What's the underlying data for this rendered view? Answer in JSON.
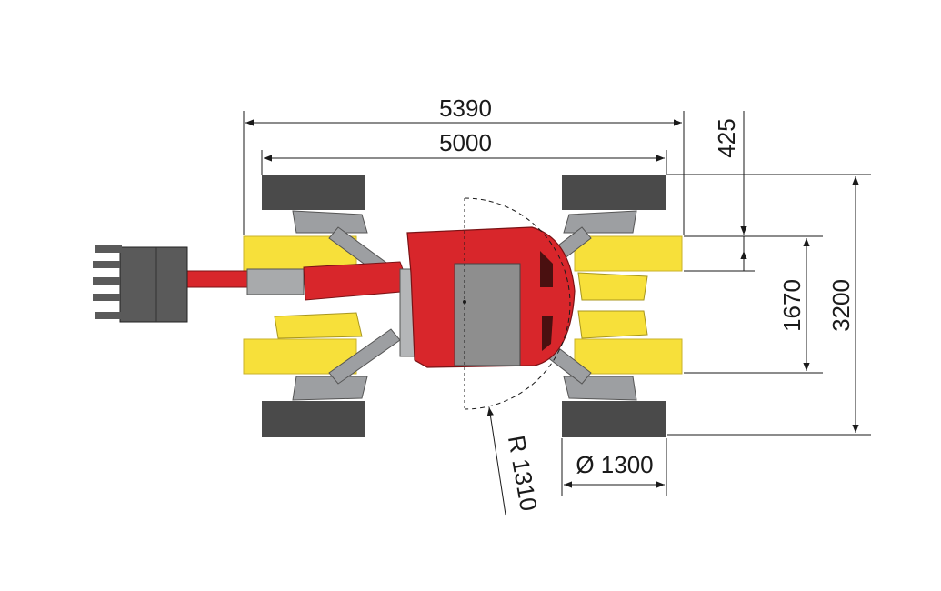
{
  "dimensions": {
    "overall_length": "5390",
    "track_length": "5000",
    "offset_425": "425",
    "width_inner": "1670",
    "width_overall": "3200",
    "wheel_diameter": "Ø 1300",
    "turning_radius": "R 1310"
  },
  "colors": {
    "body_red": "#d8262b",
    "body_dark_red": "#9e1a1e",
    "leg_yellow": "#f7e03a",
    "leg_gray": "#9d9fa2",
    "wheel_dark": "#4a4a4a",
    "cabin_gray": "#8e8e8e",
    "line": "#1a1a1a"
  }
}
